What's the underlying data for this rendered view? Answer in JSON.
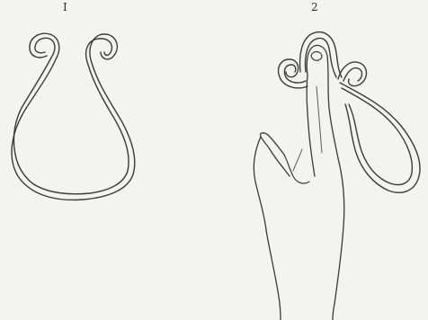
{
  "figures": [
    {
      "label": "I",
      "subject": "loop-figure"
    },
    {
      "label": "2",
      "subject": "loop-on-finger-figure"
    }
  ],
  "colors": {
    "background": "#f3f3f1",
    "ink": "#3a3a3a"
  }
}
